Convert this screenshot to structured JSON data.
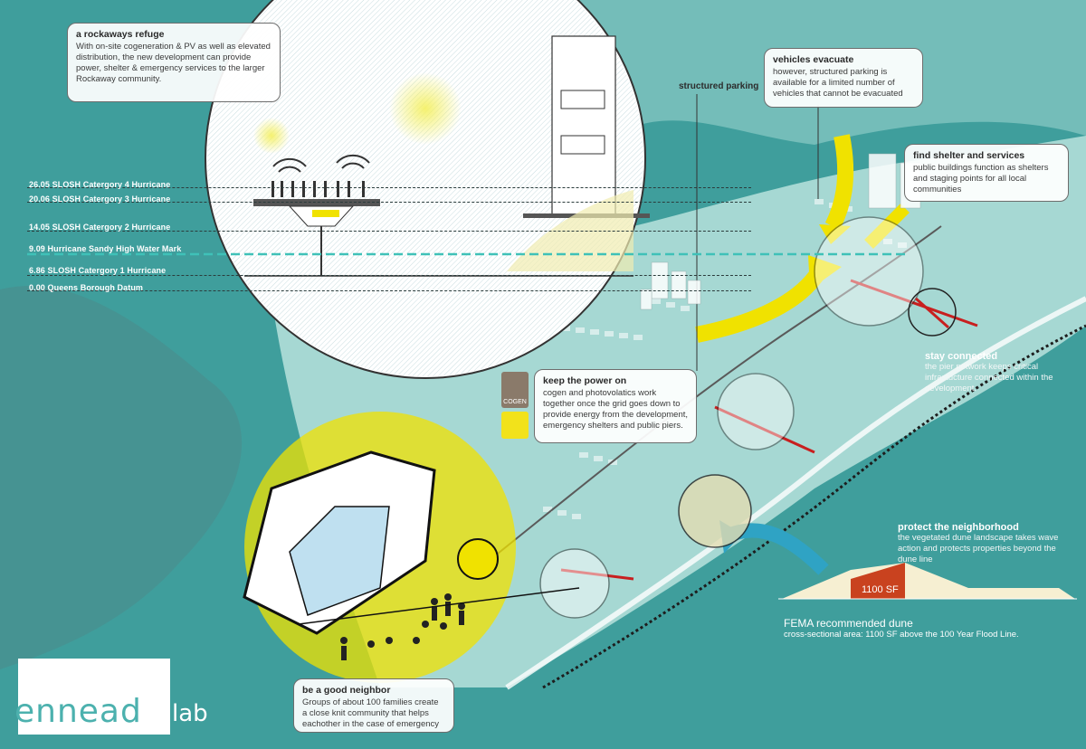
{
  "callouts": {
    "refuge": {
      "title": "a rockaways refuge",
      "body": "With on-site cogeneration & PV as well as elevated distribution, the new development can provide power, shelter & emergency services to the larger Rockaway community."
    },
    "evacuate": {
      "title": "vehicles evacuate",
      "body": "however, structured parking is available for a limited number of vehicles that cannot be evacuated"
    },
    "shelter": {
      "title": "find shelter and services",
      "body": "public buildings function as shelters and staging points for all local communities"
    },
    "power": {
      "title": "keep the power on",
      "body": "cogen and photovolatics work together once the grid goes down to provide energy from the development, emergency shelters and public piers."
    },
    "connected": {
      "title": "stay connected",
      "body": "the pier network keeps critical infrastucture connected within the development."
    },
    "protect": {
      "title": "protect the neighborhood",
      "body": "the vegetated dune landscape takes wave action and protects properties beyond the dune line"
    },
    "neighbor": {
      "title": "be a good neighbor",
      "body": "Groups of about 100 families create a close knit community that helps eachother in the case of emergency"
    }
  },
  "structured_parking": "structured parking",
  "levels": [
    "26.05 SLOSH Catergory 4 Hurricane",
    "20.06 SLOSH Catergory 3 Hurricane",
    "14.05 SLOSH Catergory 2 Hurricane",
    "9.09  Hurricane Sandy High Water Mark",
    "6.86 SLOSH Catergory 1 Hurricane",
    "0.00 Queens Borough Datum"
  ],
  "cogen_label": "COGEN",
  "dune_area": "1100 SF",
  "fema": {
    "title": "FEMA recommended dune",
    "body": "cross-sectional area: 1100 SF above the 100 Year Flood Line."
  },
  "logo": {
    "word": "ennead",
    "suffix": "lab"
  },
  "colors": {
    "water": "#3f9e9c",
    "land": "#9fd3cf",
    "accent_yellow": "#f0e200",
    "dune": "#f6efd2",
    "dune_fill": "#c9421f",
    "arrow_blue": "#2fa3c4"
  }
}
